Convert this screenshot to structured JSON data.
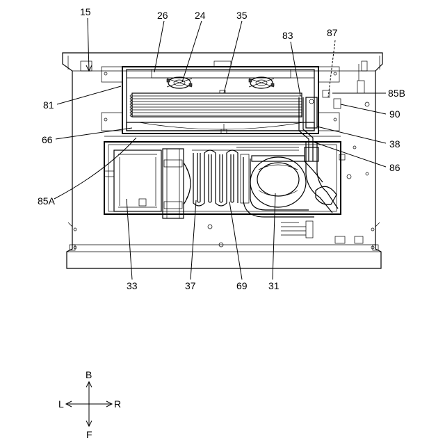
{
  "reference_labels": {
    "r15": "15",
    "r26": "26",
    "r24": "24",
    "r35": "35",
    "r83": "83",
    "r87": "87",
    "r85B": "85B",
    "r81": "81",
    "r90": "90",
    "r66": "66",
    "r38": "38",
    "r86": "86",
    "r85A": "85A",
    "r33": "33",
    "r37": "37",
    "r69": "69",
    "r31": "31"
  },
  "direction_indicator": {
    "back": "B",
    "front": "F",
    "left": "L",
    "right": "R"
  }
}
